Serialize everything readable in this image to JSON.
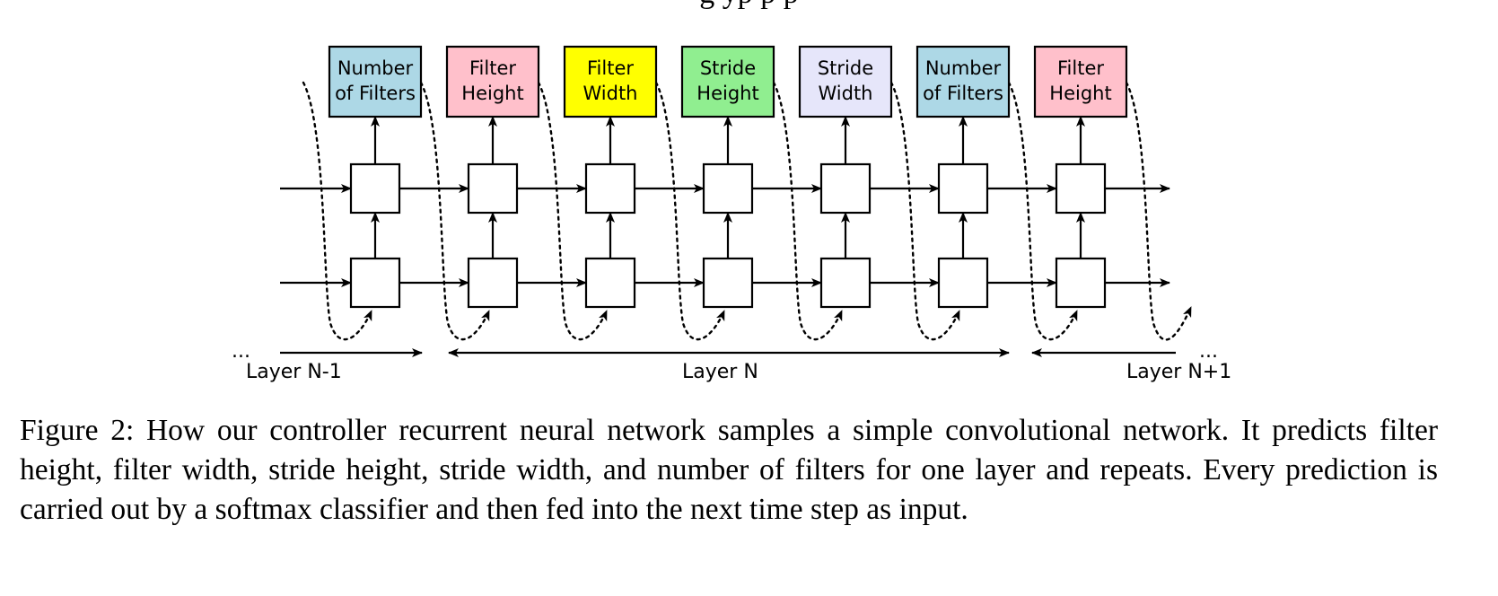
{
  "top_cutoff_text": "g                     yp  p                        p",
  "outputs": [
    {
      "lines": [
        "Number",
        "of Filters"
      ],
      "color": "#add8e6"
    },
    {
      "lines": [
        "Filter",
        "Height"
      ],
      "color": "#ffc0cb"
    },
    {
      "lines": [
        "Filter",
        "Width"
      ],
      "color": "#ffff00"
    },
    {
      "lines": [
        "Stride",
        "Height"
      ],
      "color": "#90ee90"
    },
    {
      "lines": [
        "Stride",
        "Width"
      ],
      "color": "#e6e6fa"
    },
    {
      "lines": [
        "Number",
        "of Filters"
      ],
      "color": "#add8e6"
    },
    {
      "lines": [
        "Filter",
        "Height"
      ],
      "color": "#ffc0cb"
    }
  ],
  "layers": {
    "left": "Layer N-1",
    "middle": "Layer N",
    "right": "Layer N+1",
    "ellipsis": "..."
  },
  "caption": "Figure 2: How our controller recurrent neural network samples a simple convolutional network. It predicts filter height, filter width, stride height, stride width, and number of filters for one layer and repeats. Every prediction is carried out by a softmax classifier and then fed into the next time step as input."
}
